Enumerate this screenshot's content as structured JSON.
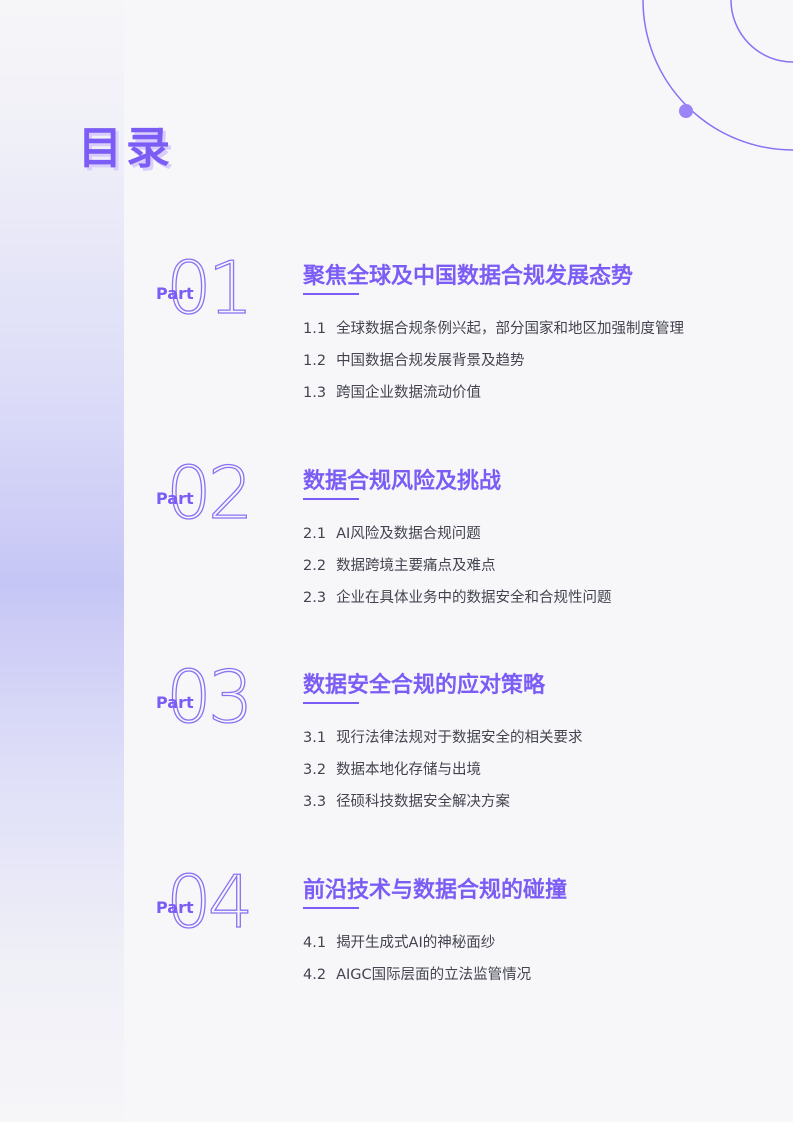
{
  "page": {
    "title": "目录"
  },
  "colors": {
    "accent": "#7b5cf5",
    "text": "#444450",
    "background": "#f6f6f9"
  },
  "sections": [
    {
      "part_label": "Part",
      "number": "01",
      "title": "聚焦全球及中国数据合规发展态势",
      "items": [
        {
          "num": "1.1",
          "text": "全球数据合规条例兴起，部分国家和地区加强制度管理"
        },
        {
          "num": "1.2",
          "text": "中国数据合规发展背景及趋势"
        },
        {
          "num": "1.3",
          "text": "跨国企业数据流动价值"
        }
      ]
    },
    {
      "part_label": "Part",
      "number": "02",
      "title": "数据合规风险及挑战",
      "items": [
        {
          "num": "2.1",
          "text": "AI风险及数据合规问题"
        },
        {
          "num": "2.2",
          "text": "数据跨境主要痛点及难点"
        },
        {
          "num": "2.3",
          "text": "企业在具体业务中的数据安全和合规性问题"
        }
      ]
    },
    {
      "part_label": "Part",
      "number": "03",
      "title": "数据安全合规的应对策略",
      "items": [
        {
          "num": "3.1",
          "text": "现行法律法规对于数据安全的相关要求"
        },
        {
          "num": "3.2",
          "text": "数据本地化存储与出境"
        },
        {
          "num": "3.3",
          "text": "径硕科技数据安全解决方案"
        }
      ]
    },
    {
      "part_label": "Part",
      "number": "04",
      "title": "前沿技术与数据合规的碰撞",
      "items": [
        {
          "num": "4.1",
          "text": "揭开生成式AI的神秘面纱"
        },
        {
          "num": "4.2",
          "text": "AIGC国际层面的立法监管情况"
        }
      ]
    }
  ]
}
